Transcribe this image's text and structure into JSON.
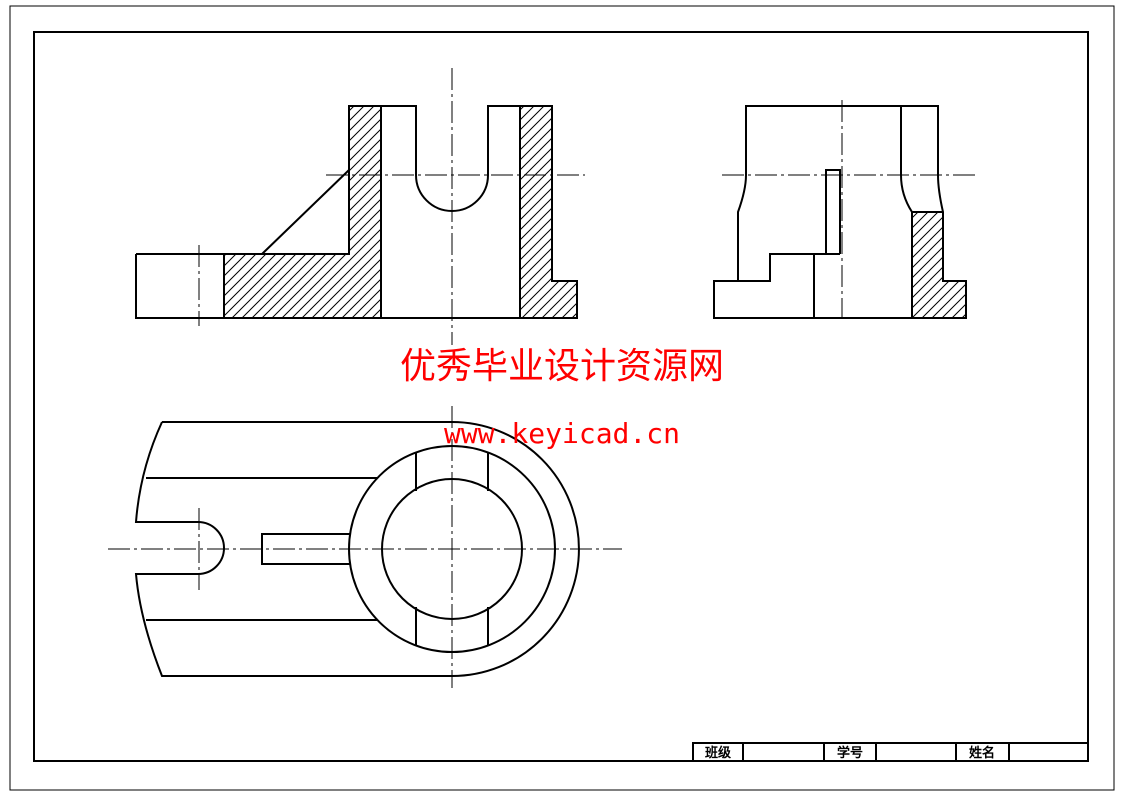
{
  "watermark": {
    "title": "优秀毕业设计资源网",
    "url": "www.keyicad.cn",
    "color": "#ff0000"
  },
  "title_block": {
    "class_label": "班级",
    "student_id_label": "学号",
    "name_label": "姓名"
  },
  "colors": {
    "line": "#000000",
    "background": "#ffffff"
  }
}
